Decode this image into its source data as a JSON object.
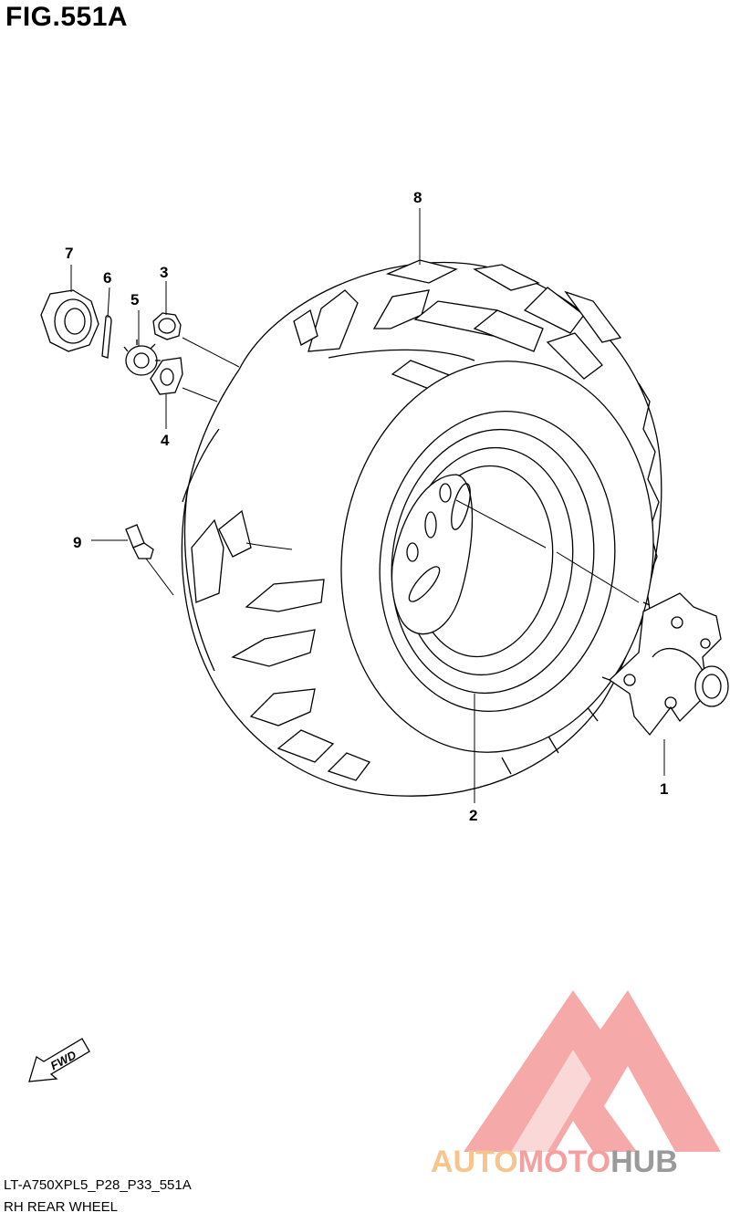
{
  "figure": {
    "title": "FIG.551A",
    "code": "LT-A750XPL5_P28_P33_551A",
    "name": "RH REAR WHEEL",
    "direction_label": "FWD"
  },
  "callouts": [
    "1",
    "2",
    "3",
    "4",
    "5",
    "6",
    "7",
    "8",
    "9"
  ],
  "watermark": {
    "part1": "AUTO",
    "part2": "MOTO",
    "part3": "HUB",
    "colors": {
      "auto": "#f7c48c",
      "moto": "#f4a0a0",
      "hub": "#9a9a9a",
      "logo": "#f4a0a0"
    }
  }
}
